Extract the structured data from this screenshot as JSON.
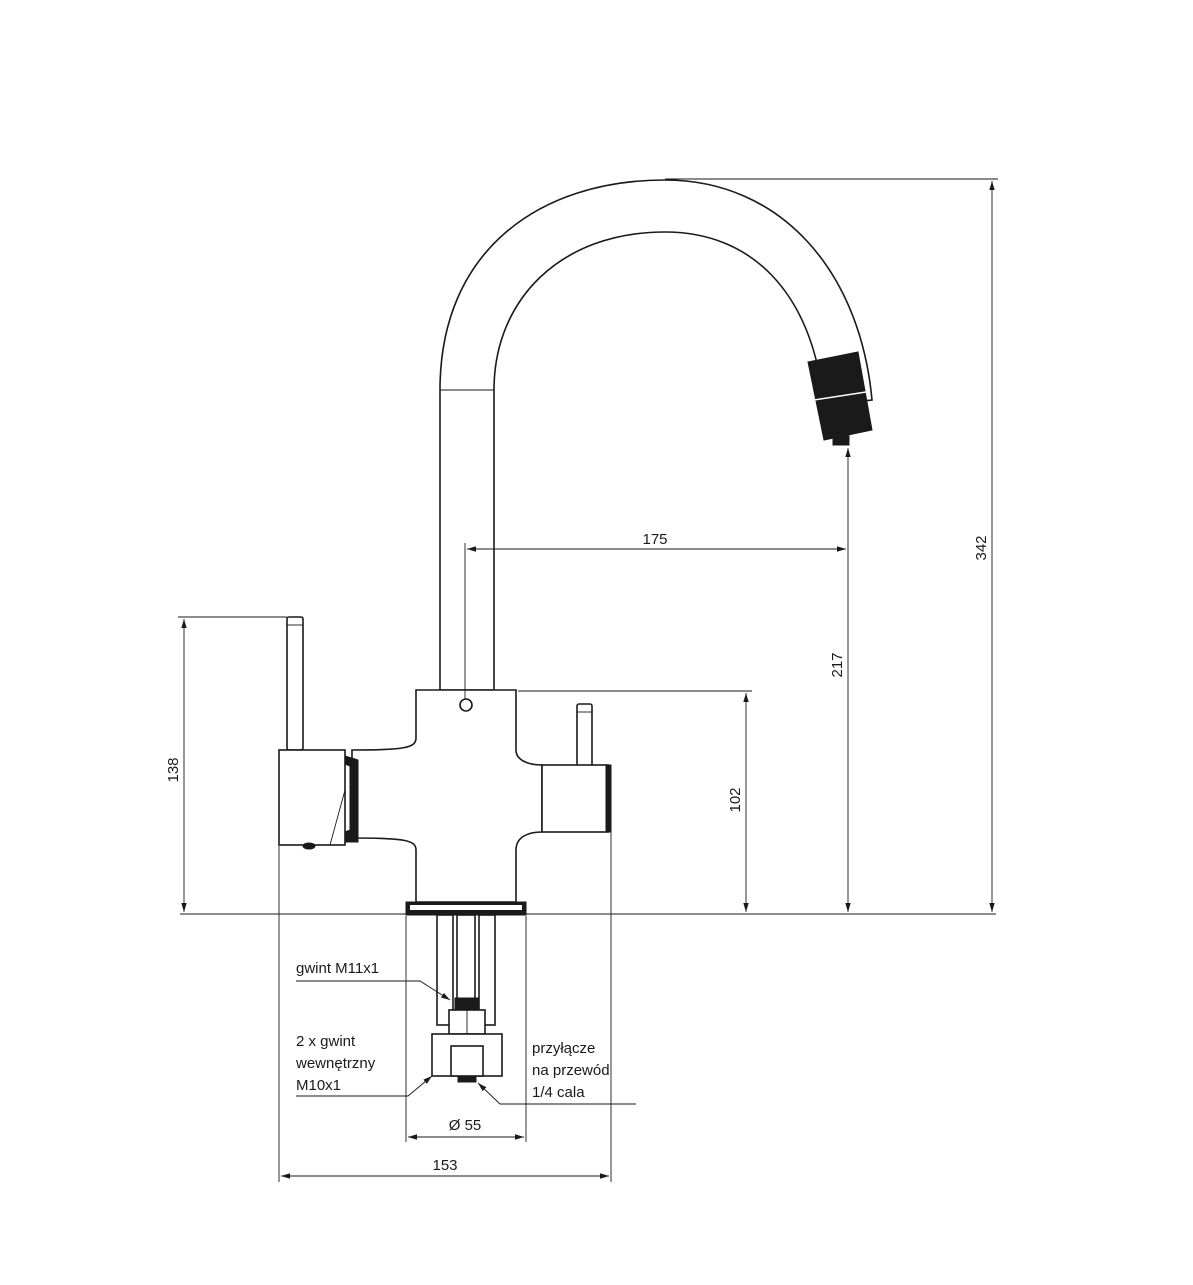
{
  "dimensions": {
    "total_height": "342",
    "spout_height": "217",
    "spout_reach": "175",
    "lever_height": "138",
    "body_height": "102",
    "base_diameter": "Ø 55",
    "total_width": "153"
  },
  "callouts": {
    "thread_main": "gwint M11x1",
    "thread_internal_line1": "2 x gwint",
    "thread_internal_line2": "wewnętrzny",
    "thread_internal_line3": "M10x1",
    "hose_connection_line1": "przyłącze",
    "hose_connection_line2": "na przewód",
    "hose_connection_line3": "1/4 cala"
  }
}
